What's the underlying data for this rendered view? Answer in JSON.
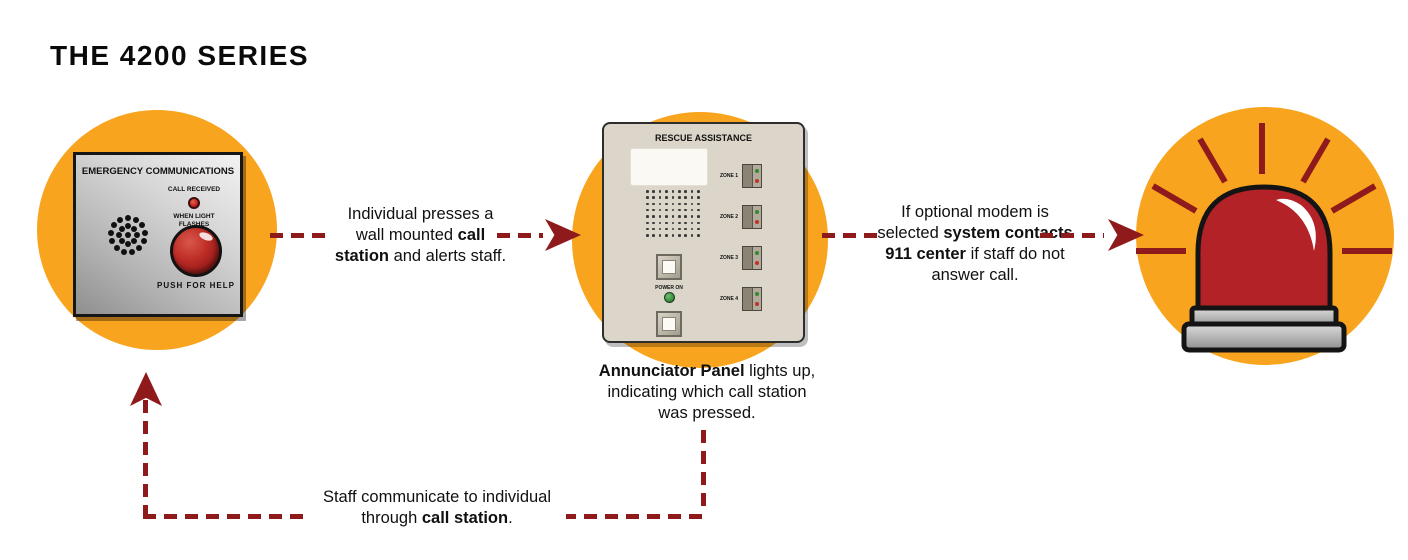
{
  "title": "THE 4200 SERIES",
  "colors": {
    "circle_orange": "#F9A41F",
    "arrow_maroon": "#8E1A1C",
    "beacon_red": "#B22226",
    "panel_beige": "#DBD6C9",
    "led_green": "#3E8E41"
  },
  "call_station": {
    "title": "EMERGENCY COMMUNICATIONS",
    "call_received_label": "CALL RECEIVED",
    "when_light_line1": "WHEN LIGHT",
    "when_light_line2": "FLASHES",
    "push_label": "PUSH FOR HELP"
  },
  "annunciator": {
    "title": "RESCUE ASSISTANCE",
    "power_label": "POWER ON",
    "zones": [
      "ZONE 1",
      "ZONE 2",
      "ZONE 3",
      "ZONE 4"
    ]
  },
  "captions": {
    "press": {
      "lines": [
        [
          {
            "t": "Individual presses a"
          }
        ],
        [
          {
            "t": "wall mounted "
          },
          {
            "t": "call",
            "b": true
          }
        ],
        [
          {
            "t": "station",
            "b": true
          },
          {
            "t": " and alerts staff."
          }
        ]
      ]
    },
    "modem": {
      "lines": [
        [
          {
            "t": "If optional modem is"
          }
        ],
        [
          {
            "t": "selected "
          },
          {
            "t": "system contacts",
            "b": true
          }
        ],
        [
          {
            "t": "911 center",
            "b": true
          },
          {
            "t": " if staff do not"
          }
        ],
        [
          {
            "t": "answer call."
          }
        ]
      ]
    },
    "annunciator_lights": {
      "lines": [
        [
          {
            "t": "Annunciator Panel",
            "b": true
          },
          {
            "t": " lights up,"
          }
        ],
        [
          {
            "t": "indicating which call station"
          }
        ],
        [
          {
            "t": "was pressed."
          }
        ]
      ]
    },
    "feedback": {
      "lines": [
        [
          {
            "t": "Staff communicate to individual"
          }
        ],
        [
          {
            "t": "through "
          },
          {
            "t": "call station",
            "b": true
          },
          {
            "t": "."
          }
        ]
      ]
    }
  }
}
